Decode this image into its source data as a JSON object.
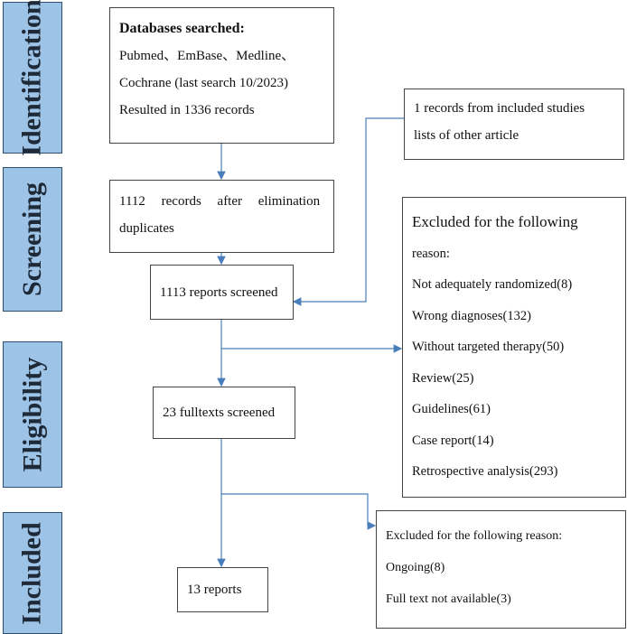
{
  "stages": [
    "Identification",
    "Screening",
    "Eligibility",
    "Included"
  ],
  "identification_box": {
    "title": "Databases searched:",
    "lines": [
      "Pubmed、EmBase、Medline、",
      "Cochrane (last search 10/2023)",
      "Resulted in 1336 records"
    ]
  },
  "other_sources_box": {
    "lines": [
      "1 records from included studies",
      "lists of other article"
    ]
  },
  "duplicates_box": {
    "lines": [
      "1112 records after elimination",
      "duplicates"
    ]
  },
  "screened_box": {
    "label": "1113 reports screened"
  },
  "excluded_screening_box": {
    "lines": [
      "Excluded for the following",
      "reason:",
      "Not adequately randomized(8)",
      "Wrong diagnoses(132)",
      "Without targeted therapy(50)",
      "Review(25)",
      "Guidelines(61)",
      "Case report(14)",
      "Retrospective analysis(293)"
    ]
  },
  "fulltext_box": {
    "label": "23 fulltexts screened"
  },
  "excluded_fulltext_box": {
    "lines": [
      "Excluded for the following reason:",
      "Ongoing(8)",
      "Full text not available(3)"
    ]
  },
  "included_box": {
    "label": "13 reports"
  },
  "colors": {
    "stage_fill": "#9dc3e6",
    "arrow": "#4a7ebb"
  }
}
